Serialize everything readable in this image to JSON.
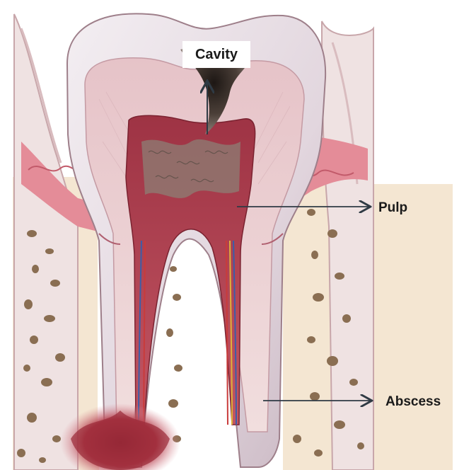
{
  "labels": {
    "cavity": "Cavity",
    "pulp": "Pulp",
    "abscess": "Abscess"
  },
  "colors": {
    "enamel": "#ece6ea",
    "dentin": "#e8c9cb",
    "pulp": "#b9434f",
    "gum": "#e48c98",
    "bone": "#f4e6d2",
    "bone_spots": "#8a6e52",
    "decay": "#3a2f2b",
    "abscess": "#a32f3c",
    "arrow": "#2f3a44"
  }
}
